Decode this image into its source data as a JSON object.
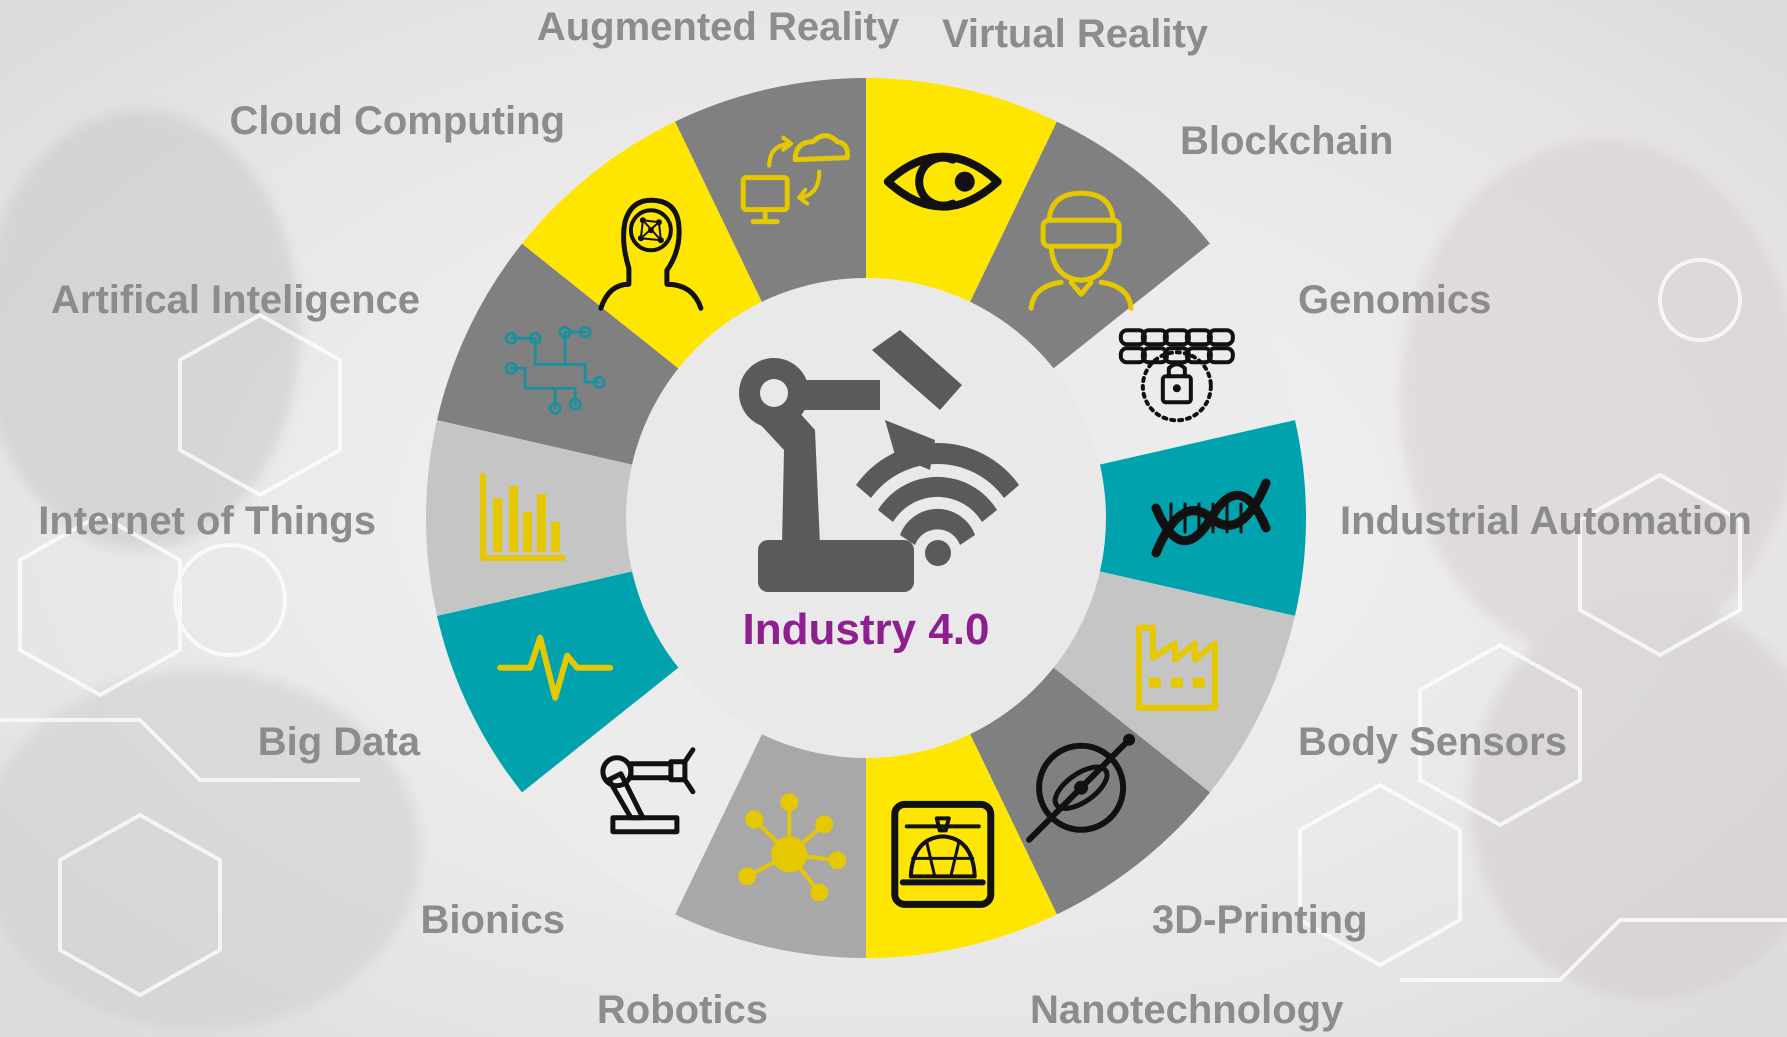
{
  "title": "Industry 4.0",
  "colors": {
    "yellow": "#ffe600",
    "teal": "#00a3ad",
    "dark_grey": "#808080",
    "mid_grey": "#a8a8a8",
    "light_grey": "#c5c5c5",
    "white_grey": "#ececec",
    "label": "#8c8c8c",
    "title": "#8e1f8e",
    "hub_icon": "#5a5a5a",
    "icon_yellow": "#e5c800",
    "icon_black": "#111111",
    "icon_teal": "#1f8f9c"
  },
  "segments": [
    {
      "id": "augmented-reality",
      "label": "Augmented Reality",
      "fill": "yellow",
      "icon": "eye-icon",
      "icon_color": "icon_black"
    },
    {
      "id": "virtual-reality",
      "label": "Virtual Reality",
      "fill": "dark_grey",
      "icon": "vr-headset-icon",
      "icon_color": "icon_yellow"
    },
    {
      "id": "blockchain",
      "label": "Blockchain",
      "fill": "white_grey",
      "icon": "chain-lock-icon",
      "icon_color": "icon_black"
    },
    {
      "id": "genomics",
      "label": "Genomics",
      "fill": "teal",
      "icon": "dna-icon",
      "icon_color": "icon_black"
    },
    {
      "id": "industrial-automation",
      "label": "Industrial Automation",
      "fill": "light_grey",
      "icon": "factory-icon",
      "icon_color": "icon_yellow"
    },
    {
      "id": "body-sensors",
      "label": "Body Sensors",
      "fill": "dark_grey",
      "icon": "atom-sensor-icon",
      "icon_color": "icon_black"
    },
    {
      "id": "3d-printing",
      "label": "3D-Printing",
      "fill": "yellow",
      "icon": "3d-printer-icon",
      "icon_color": "icon_black"
    },
    {
      "id": "nanotechnology",
      "label": "Nanotechnology",
      "fill": "mid_grey",
      "icon": "molecule-icon",
      "icon_color": "icon_yellow"
    },
    {
      "id": "robotics",
      "label": "Robotics",
      "fill": "white_grey",
      "icon": "robot-arm-icon",
      "icon_color": "icon_black"
    },
    {
      "id": "bionics",
      "label": "Bionics",
      "fill": "teal",
      "icon": "pulse-icon",
      "icon_color": "icon_yellow"
    },
    {
      "id": "big-data",
      "label": "Big Data",
      "fill": "light_grey",
      "icon": "bar-chart-icon",
      "icon_color": "icon_yellow"
    },
    {
      "id": "internet-of-things",
      "label": "Internet of Things",
      "fill": "dark_grey",
      "icon": "circuit-icon",
      "icon_color": "icon_teal"
    },
    {
      "id": "artificial-intelligence",
      "label": "Artifical Inteligence",
      "fill": "yellow",
      "icon": "ai-head-icon",
      "icon_color": "icon_black"
    },
    {
      "id": "cloud-computing",
      "label": "Cloud Computing",
      "fill": "dark_grey",
      "icon": "cloud-monitor-icon",
      "icon_color": "icon_yellow"
    }
  ],
  "hub": {
    "icon": "robot-arm-wifi-icon"
  }
}
